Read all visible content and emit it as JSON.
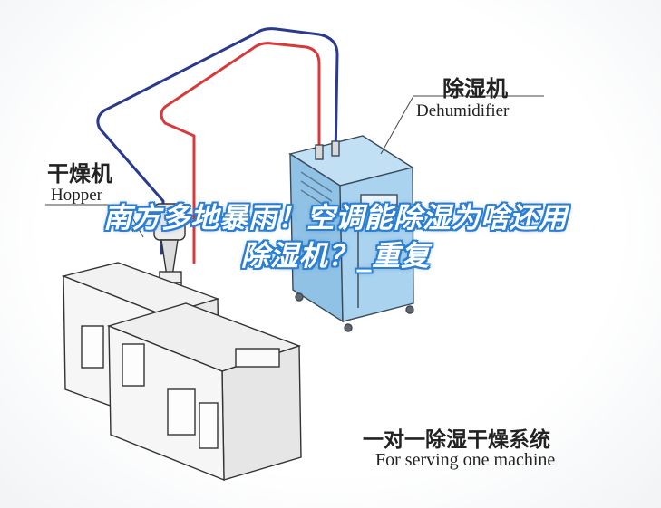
{
  "labels": {
    "dehumidifier_cn": "除湿机",
    "dehumidifier_en": "Dehumidifier",
    "hopper_cn": "干燥机",
    "hopper_en": "Hopper",
    "system_cn": "一对一除湿干燥系统",
    "system_en": "For serving one machine"
  },
  "overlay": {
    "title": "南方多地暴雨！空调能除湿为啥还用除湿机？_重复"
  },
  "colors": {
    "dehumidifier_body": "#9ccbea",
    "pipe_red": "#d63a3a",
    "pipe_blue": "#2a3a8f",
    "machine_body": "#f4f4f4",
    "overlay_outline": "#2a7fd3"
  }
}
